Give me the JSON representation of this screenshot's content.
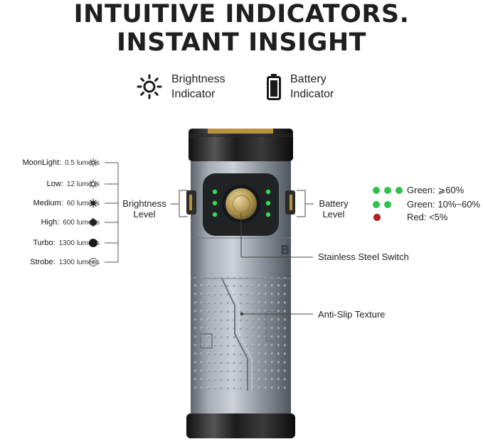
{
  "heading": {
    "line1": "INTUITIVE INDICATORS.",
    "line2": "INSTANT INSIGHT"
  },
  "legend": {
    "brightness": {
      "icon": "sun-icon",
      "line1": "Brightness",
      "line2": "Indicator"
    },
    "battery": {
      "icon": "battery-icon",
      "line1": "Battery",
      "line2": "Indicator"
    }
  },
  "modes": [
    {
      "name": "MoonLight",
      "value": "0.5 lumens",
      "icon": "sun-faint-icon"
    },
    {
      "name": "Low",
      "value": "12 lumens",
      "icon": "sun-small-icon"
    },
    {
      "name": "Medium",
      "value": "60 lumens",
      "icon": "sun-medium-icon"
    },
    {
      "name": "High",
      "value": "600 lumens",
      "icon": "filled-circle-icon"
    },
    {
      "name": "Turbo",
      "value": "1300 lumens",
      "icon": "filled-circle-large-icon"
    },
    {
      "name": "Strobe",
      "value": "1300 lumens",
      "icon": "circle-plus-icon"
    }
  ],
  "callouts": {
    "brightness_level": {
      "line1": "Brightness",
      "line2": "Level"
    },
    "battery_level": {
      "line1": "Battery",
      "line2": "Level"
    },
    "switch": "Stainless Steel Switch",
    "texture": "Anti-Slip Texture"
  },
  "battery_status": [
    {
      "dots": 3,
      "color": "#2ec24a",
      "label": "Green: ⩾60%"
    },
    {
      "dots": 2,
      "color": "#2ec24a",
      "label": "Green: 10%~60%"
    },
    {
      "dots": 1,
      "color": "#c21d1d",
      "label": "Red: <5%"
    }
  ],
  "product": {
    "engraving": "B"
  }
}
